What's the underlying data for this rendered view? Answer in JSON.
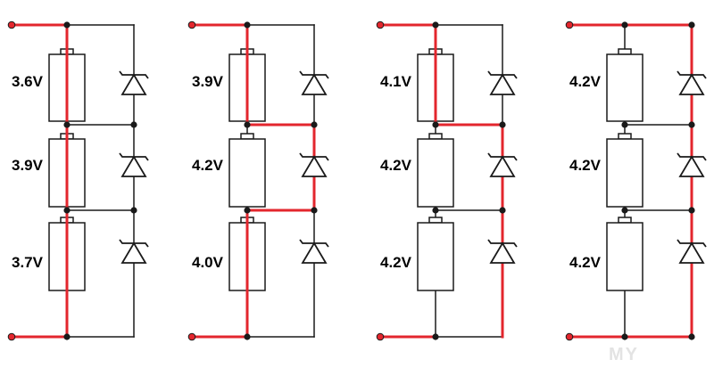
{
  "colors": {
    "wire": "#1a1a1a",
    "current_path": "#e3262d",
    "cell_fill": "#ffffff",
    "background": "#ffffff",
    "watermark": "#c8c8c8"
  },
  "panels": [
    {
      "labels": [
        "3.6V",
        "3.9V",
        "3.7V"
      ],
      "active_bypass": []
    },
    {
      "labels": [
        "3.9V",
        "4.2V",
        "4.0V"
      ],
      "active_bypass": [
        2
      ]
    },
    {
      "labels": [
        "4.1V",
        "4.2V",
        "4.2V"
      ],
      "active_bypass": [
        2,
        3
      ]
    },
    {
      "labels": [
        "4.2V",
        "4.2V",
        "4.2V"
      ],
      "active_bypass": [
        1,
        2,
        3
      ]
    }
  ],
  "icons": {
    "battery": "battery-cell-icon",
    "zener": "zener-diode-icon",
    "junction": "junction-dot-icon",
    "terminal": "terminal-icon"
  },
  "watermark": {
    "text": "MY"
  }
}
